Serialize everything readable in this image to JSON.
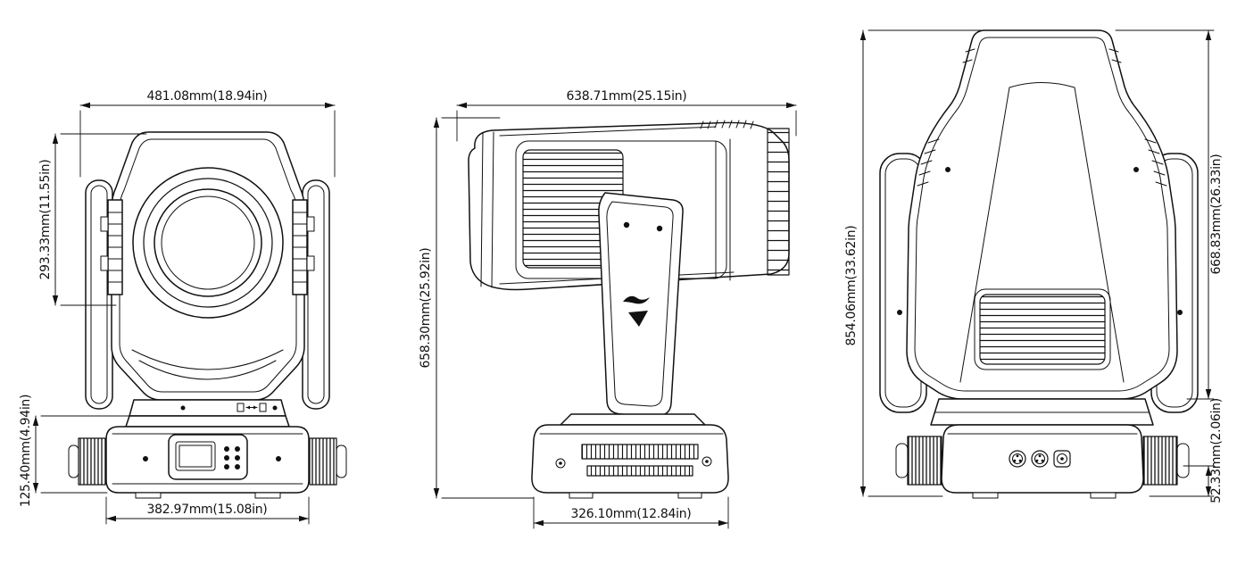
{
  "colors": {
    "background": "#ffffff",
    "line": "#111111"
  },
  "front": {
    "top_width": "481.08mm(18.94in)",
    "head_height": "293.33mm(11.55in)",
    "base_height": "125.40mm(4.94in)",
    "bottom_width": "382.97mm(15.08in)"
  },
  "side": {
    "top_width": "638.71mm(25.15in)",
    "overall_height": "658.30mm(25.92in)",
    "bottom_width": "326.10mm(12.84in)"
  },
  "rear": {
    "overall_height": "854.06mm(33.62in)",
    "body_height": "668.83mm(26.33in)",
    "base_height": "52.33mm(2.06in)"
  }
}
